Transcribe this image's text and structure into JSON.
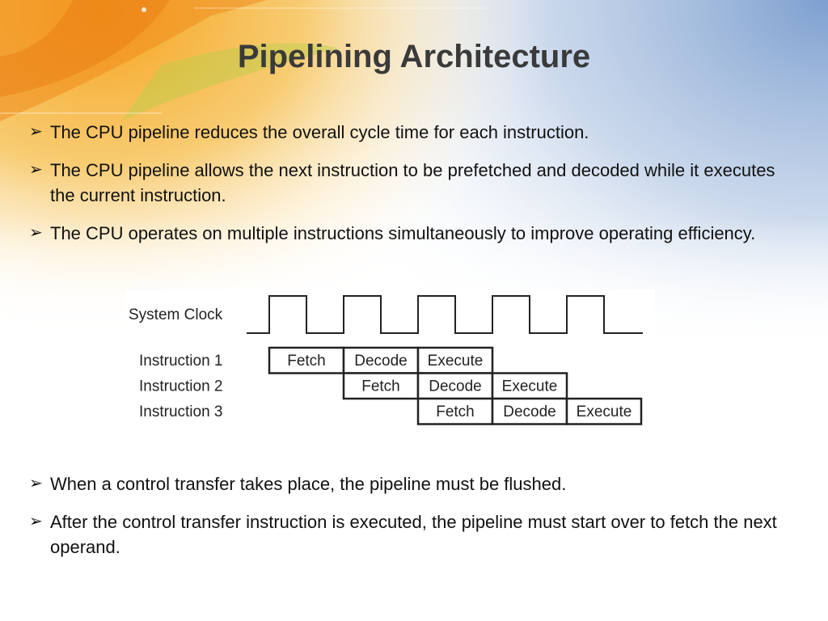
{
  "slide": {
    "title": "Pipelining Architecture"
  },
  "bullet_marker": "➢",
  "bullets_top": [
    "The CPU pipeline reduces the overall cycle time for each instruction.",
    "The CPU pipeline allows the next instruction to be prefetched and decoded while it executes the current instruction.",
    "The CPU operates on multiple instructions simultaneously to improve operating efficiency."
  ],
  "bullets_bottom": [
    "When a control transfer takes place, the pipeline must be flushed.",
    "After the control transfer instruction is executed, the pipeline must start over to fetch the next operand."
  ],
  "diagram": {
    "clock_label": "System Clock",
    "clock_cycles": 5,
    "rows": [
      {
        "label": "Instruction 1",
        "start": 0,
        "stages": [
          "Fetch",
          "Decode",
          "Execute"
        ]
      },
      {
        "label": "Instruction 2",
        "start": 1,
        "stages": [
          "Fetch",
          "Decode",
          "Execute"
        ]
      },
      {
        "label": "Instruction 3",
        "start": 2,
        "stages": [
          "Fetch",
          "Decode",
          "Execute"
        ]
      }
    ]
  },
  "colors": {
    "title": "#3a3a3a",
    "accent_orange": "#f08c1e",
    "accent_green": "#a8c83c",
    "accent_blue": "#6f92c8"
  }
}
